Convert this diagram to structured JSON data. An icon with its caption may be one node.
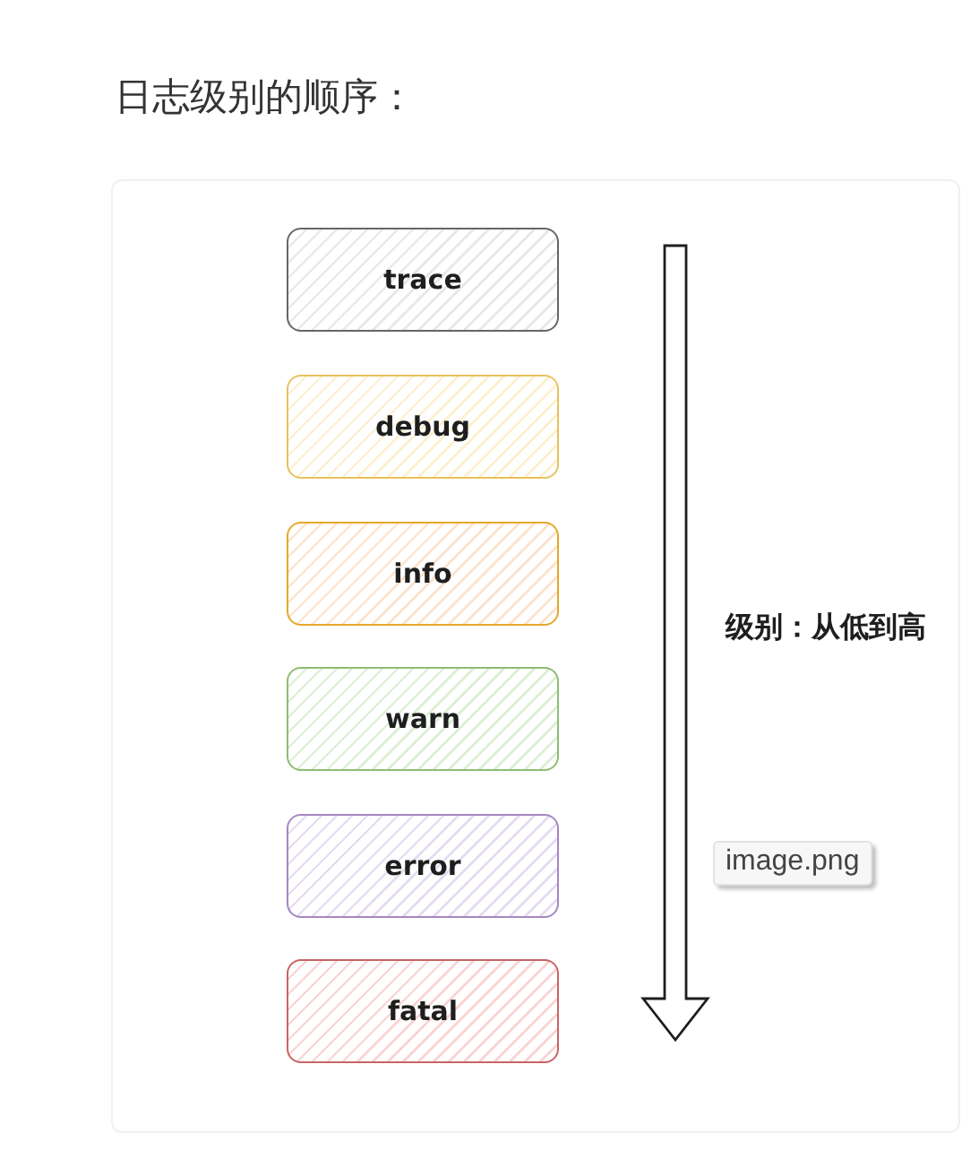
{
  "diagram": {
    "title": "日志级别的顺序：",
    "nodes": [
      {
        "text": [
          "trace"
        ]
      },
      {
        "text": [
          "debug"
        ]
      },
      {
        "text": [
          "info"
        ]
      },
      {
        "text": [
          "warn"
        ]
      },
      {
        "text": [
          "error"
        ]
      },
      {
        "text": [
          "fatal"
        ]
      }
    ],
    "labels": [
      "级别：从低到高",
      "image.png"
    ]
  }
}
